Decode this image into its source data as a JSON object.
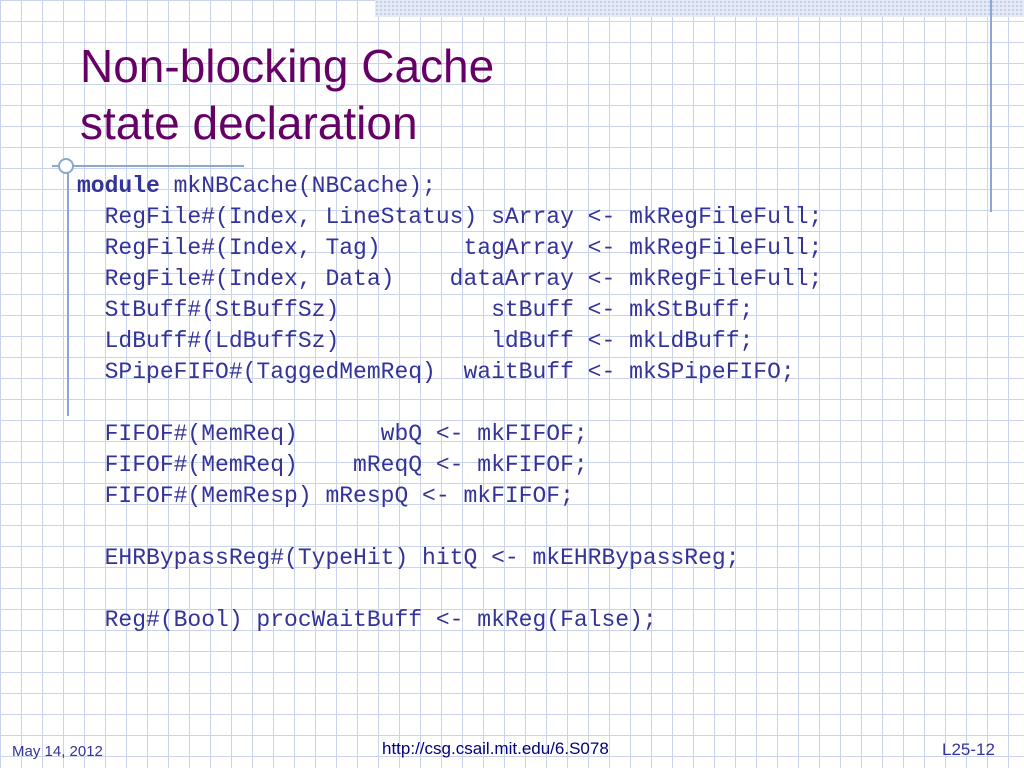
{
  "slide": {
    "title_line1": "Non-blocking Cache",
    "title_line2": "state declaration",
    "code": {
      "keyword": "module",
      "header_rest": " mkNBCache(NBCache);",
      "lines": [
        "  RegFile#(Index, LineStatus) sArray <- mkRegFileFull;",
        "  RegFile#(Index, Tag)      tagArray <- mkRegFileFull;",
        "  RegFile#(Index, Data)    dataArray <- mkRegFileFull;",
        "  StBuff#(StBuffSz)           stBuff <- mkStBuff;",
        "  LdBuff#(LdBuffSz)           ldBuff <- mkLdBuff;",
        "  SPipeFIFO#(TaggedMemReq)  waitBuff <- mkSPipeFIFO;",
        "",
        "  FIFOF#(MemReq)      wbQ <- mkFIFOF;",
        "  FIFOF#(MemReq)    mReqQ <- mkFIFOF;",
        "  FIFOF#(MemResp) mRespQ <- mkFIFOF;",
        "",
        "  EHRBypassReg#(TypeHit) hitQ <- mkEHRBypassReg;",
        "",
        "  Reg#(Bool) procWaitBuff <- mkReg(False);"
      ]
    }
  },
  "footer": {
    "date": "May 14, 2012",
    "url": "http://csg.csail.mit.edu/6.S078",
    "page": "L25-12"
  }
}
